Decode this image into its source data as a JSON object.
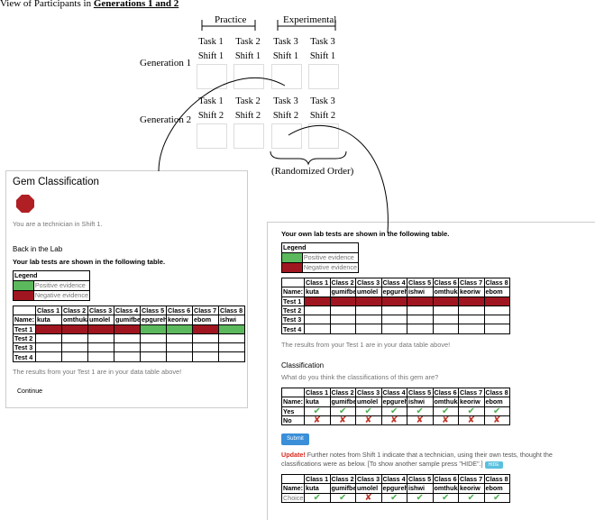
{
  "header": {
    "prefix": "View of Participants in ",
    "emph": "Generations 1 and 2"
  },
  "groups": {
    "practice": "Practice",
    "experimental": "Experimental",
    "randomized": "(Randomized Order)"
  },
  "generations": [
    {
      "label": "Generation 1",
      "tasks": [
        [
          "Task 1",
          "Shift 1"
        ],
        [
          "Task 2",
          "Shift 1"
        ],
        [
          "Task 3",
          "Shift 1"
        ],
        [
          "Task 3",
          "Shift 1"
        ]
      ]
    },
    {
      "label": "Generation 2",
      "tasks": [
        [
          "Task 1",
          "Shift 2"
        ],
        [
          "Task 2",
          "Shift 2"
        ],
        [
          "Task 3",
          "Shift 2"
        ],
        [
          "Task 3",
          "Shift 2"
        ]
      ]
    }
  ],
  "left_panel": {
    "title": "Gem Classification",
    "technician": "You are a technician in Shift 1.",
    "section": "Back in the Lab",
    "intro": "Your lab tests are shown in the following table.",
    "legend_header": "Legend",
    "legend_pos": "Positive evidence",
    "legend_neg": "Negative evidence",
    "classes": [
      "Class 1",
      "Class 2",
      "Class 3",
      "Class 4",
      "Class 5",
      "Class 6",
      "Class 7",
      "Class 8"
    ],
    "names": [
      "kuta",
      "omthuka",
      "umolel",
      "gumifbe",
      "epgureh",
      "keoriw",
      "ebom",
      "ishwi"
    ],
    "row_labels": [
      "Name:",
      "Test 1",
      "Test 2",
      "Test 3",
      "Test 4"
    ],
    "test1": [
      "red",
      "red",
      "red",
      "red",
      "green",
      "green",
      "red",
      "green"
    ],
    "results_note": "The results from your Test 1 are in your data table above!",
    "continue": "Continue",
    "colors": {
      "gem": "#b01f24",
      "positive": "#5cb85c",
      "negative": "#a01620"
    }
  },
  "right_panel": {
    "intro": "Your own lab tests are shown in the following table.",
    "legend_header": "Legend",
    "legend_pos": "Positive evidence",
    "legend_neg": "Negative evidence",
    "classes": [
      "Class 1",
      "Class 2",
      "Class 3",
      "Class 4",
      "Class 5",
      "Class 6",
      "Class 7",
      "Class 8"
    ],
    "names": [
      "kuta",
      "gumifbe",
      "umolel",
      "epgureh",
      "ishwi",
      "omthuka",
      "keoriw",
      "ebom"
    ],
    "row_labels": [
      "Name:",
      "Test 1",
      "Test 2",
      "Test 3",
      "Test 4"
    ],
    "results_note": "The results from your Test 1 are in your data table above!",
    "classification_title": "Classification",
    "question": "What do you think the classifications of this gem are?",
    "class_names": [
      "kuta",
      "gumifbe",
      "umolel",
      "epgureh",
      "ishwi",
      "omthuka",
      "keoriw",
      "ebom"
    ],
    "name_label": "Name:",
    "yes_label": "Yes",
    "no_label": "No",
    "yes": [
      true,
      true,
      true,
      true,
      true,
      true,
      true,
      true
    ],
    "no": [
      true,
      true,
      true,
      true,
      true,
      true,
      true,
      true
    ],
    "submit": "Submit",
    "update_label": "Update!",
    "update_text": " Further notes from Shift 1 indicate that a technician, using their own tests, thought the classifications were as below. [To show another sample press \"HIDE\".]",
    "hide": "HIDE",
    "choice_label": "Choice",
    "choice": [
      "check",
      "check",
      "cross",
      "check",
      "check",
      "check",
      "check",
      "check"
    ]
  }
}
